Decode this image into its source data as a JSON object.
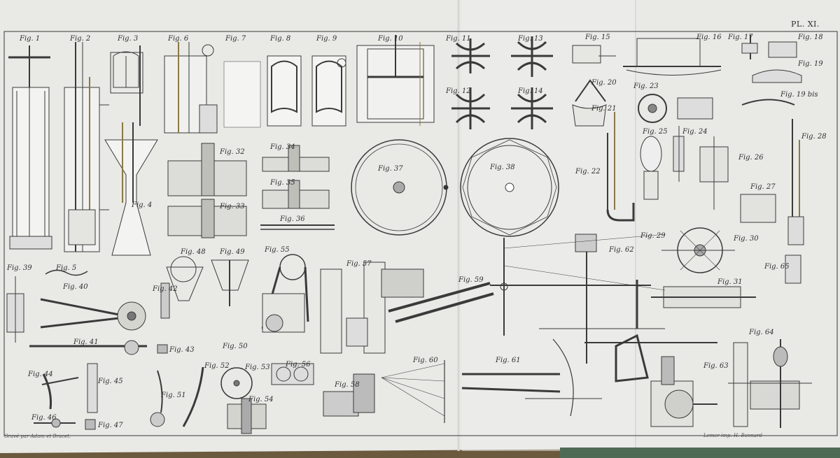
{
  "plate": {
    "number": "PL. XI.",
    "caption_left": "Gravé par Adam et Bracet.",
    "caption_right": "Lemer imp. H. Bonnard"
  },
  "figures": [
    "Fig. 1",
    "Fig. 2",
    "Fig. 3",
    "Fig. 4",
    "Fig. 5",
    "Fig. 6",
    "Fig. 7",
    "Fig. 8",
    "Fig. 9",
    "Fig. 10",
    "Fig. 11",
    "Fig. 12",
    "Fig. 13",
    "Fig. 14",
    "Fig. 15",
    "Fig. 16",
    "Fig. 17",
    "Fig. 18",
    "Fig. 19",
    "Fig. 19 bis",
    "Fig. 20",
    "Fig. 21",
    "Fig. 22",
    "Fig. 23",
    "Fig. 24",
    "Fig. 25",
    "Fig. 26",
    "Fig. 27",
    "Fig. 28",
    "Fig. 29",
    "Fig. 30",
    "Fig. 31",
    "Fig. 32",
    "Fig. 33",
    "Fig. 34",
    "Fig. 35",
    "Fig. 36",
    "Fig. 37",
    "Fig. 38",
    "Fig. 39",
    "Fig. 40",
    "Fig. 41",
    "Fig. 42",
    "Fig. 43",
    "Fig. 44",
    "Fig. 45",
    "Fig. 46",
    "Fig. 47",
    "Fig. 48",
    "Fig. 49",
    "Fig. 50",
    "Fig. 51",
    "Fig. 52",
    "Fig. 53",
    "Fig. 54",
    "Fig. 55",
    "Fig. 56",
    "Fig. 57",
    "Fig. 58",
    "Fig. 59",
    "Fig. 60",
    "Fig. 61",
    "Fig. 62",
    "Fig. 63",
    "Fig. 64",
    "Fig. 65"
  ]
}
